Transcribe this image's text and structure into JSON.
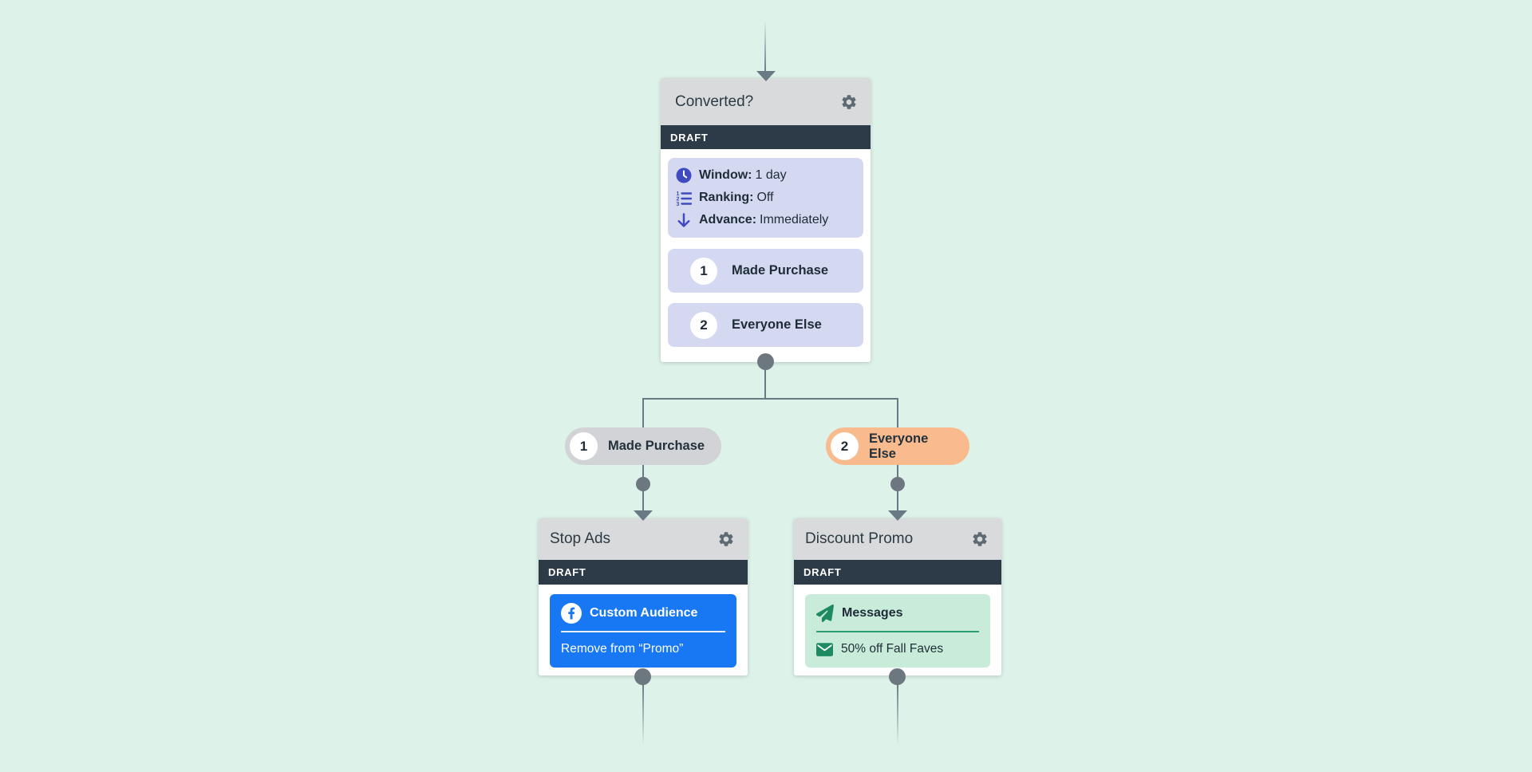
{
  "colors": {
    "background": "#ddf2e8",
    "node_header_gray": "#d9dadb",
    "draft_bar": "#2d3b48",
    "split_panel_lavender": "#d4d8f0",
    "accent_indigo": "#3f4cc0",
    "pill_gray": "#d2d3d6",
    "pill_orange": "#f9bb8d",
    "facebook_blue": "#1877f2",
    "message_mint": "#c8ecd9",
    "message_green": "#1e8a62",
    "connector_gray": "#6a7a85"
  },
  "top_node": {
    "title": "Converted?",
    "status": "DRAFT",
    "settings": [
      {
        "icon": "clock-icon",
        "label": "Window:",
        "value": "1 day"
      },
      {
        "icon": "ranking-icon",
        "label": "Ranking:",
        "value": "Off"
      },
      {
        "icon": "advance-icon",
        "label": "Advance:",
        "value": "Immediately"
      }
    ],
    "branches": [
      {
        "number": "1",
        "label": "Made Purchase"
      },
      {
        "number": "2",
        "label": "Everyone Else"
      }
    ]
  },
  "pills": [
    {
      "number": "1",
      "label": "Made Purchase"
    },
    {
      "number": "2",
      "label": "Everyone Else"
    }
  ],
  "left_node": {
    "title": "Stop Ads",
    "status": "DRAFT",
    "card": {
      "heading": "Custom Audience",
      "detail": "Remove from “Promo”"
    }
  },
  "right_node": {
    "title": "Discount Promo",
    "status": "DRAFT",
    "card": {
      "heading": "Messages",
      "detail": "50% off Fall Faves"
    }
  }
}
